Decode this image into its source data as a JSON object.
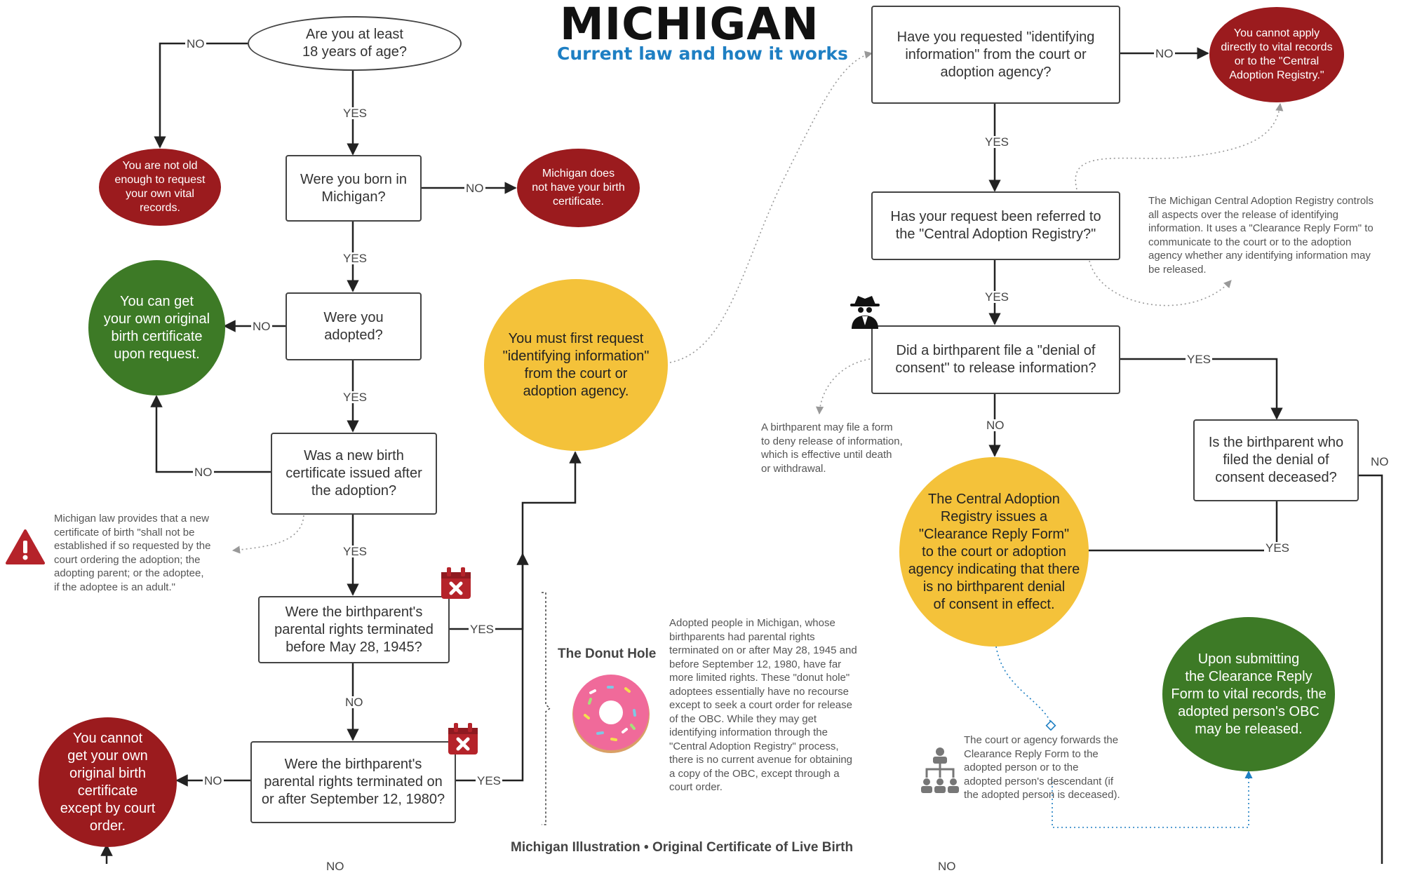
{
  "header": {
    "title": "MICHIGAN",
    "subtitle": "Current law and how it works",
    "accent_color": "#1e7fc3"
  },
  "colors": {
    "red": "#9b1b1e",
    "green": "#3d7a26",
    "yellow": "#f4c23a",
    "line": "#222222"
  },
  "nodes": {
    "q_age": "Are you at least\n18 years of age?",
    "end_not_old": "You are not old\nenough to request\nyour own vital\nrecords.",
    "q_born": "Were you born in\nMichigan?",
    "end_no_cert": "Michigan does\nnot have your birth\ncertificate.",
    "q_adopted": "Were you\nadopted?",
    "end_get_obc": "You can get\nyour own original\nbirth certificate\nupon request.",
    "q_new_cert": "Was a new birth\ncertificate issued after\nthe adoption?",
    "q_before_1945": "Were the birthparent's\nparental rights terminated\nbefore May 28, 1945?",
    "q_after_1980": "Were the birthparent's\nparental rights terminated on\nor after September 12, 1980?",
    "end_court_order": "You cannot\nget your own\noriginal birth\ncertificate\nexcept by court\norder.",
    "mid_request_info": "You must first request\n\"identifying information\"\nfrom the court or\nadoption agency.",
    "q_requested": "Have you requested \"identifying\ninformation\" from the court or\nadoption agency?",
    "end_cannot_apply": "You cannot apply\ndirectly to vital records\nor to the \"Central\nAdoption Registry.\"",
    "q_referred": "Has your request been referred to\nthe \"Central Adoption Registry?\"",
    "q_denial": "Did a birthparent file a \"denial of\nconsent\" to release information?",
    "q_deceased": "Is the birthparent who\nfiled the denial of\nconsent deceased?",
    "mid_clearance": "The Central Adoption\nRegistry issues a\n\"Clearance Reply Form\"\nto the court or adoption\nagency indicating that there\nis no birthparent denial\nof consent in effect.",
    "end_obc_released": "Upon submitting\nthe Clearance Reply\nForm to vital records, the\nadopted person's OBC\nmay be released."
  },
  "notes": {
    "law_note": "Michigan law provides that a new\ncertificate of birth \"shall not be\nestablished if so requested by the\ncourt ordering the adoption; the\nadopting parent; or the adoptee,\nif the adoptee is an adult.\"",
    "registry_note": "The Michigan Central Adoption Registry controls\nall aspects over the release of identifying\ninformation. It uses a \"Clearance Reply Form\" to\ncommunicate to the court or to the adoption\nagency whether any identifying information may\nbe released.",
    "denial_note": "A birthparent may file a form\nto deny release of information,\nwhich is effective until death\nor withdrawal.",
    "donut_title": "The Donut Hole",
    "donut_note": "Adopted people in Michigan, whose\nbirthparents had parental rights\nterminated on or after May 28, 1945 and\nbefore September 12, 1980, have far\nmore limited rights. These \"donut hole\"\nadoptees essentially have no recourse\nexcept to seek a court order for release\nof the OBC. While they may get\nidentifying information through the\n\"Central Adoption Registry\" process,\nthere is no current avenue for obtaining\na copy of the OBC, except  through a\ncourt order.",
    "forward_note": "The court or agency forwards the\nClearance Reply Form to the\nadopted person or to the\nadopted person's descendant (if\nthe adopted person is deceased)."
  },
  "edge_labels": {
    "yes": "YES",
    "no": "NO"
  },
  "footer": {
    "caption": "Michigan Illustration • Original Certificate of Live Birth"
  },
  "icons": [
    "warning-icon",
    "calendar-x-icon",
    "spy-icon",
    "org-chart-icon",
    "donut-icon"
  ]
}
